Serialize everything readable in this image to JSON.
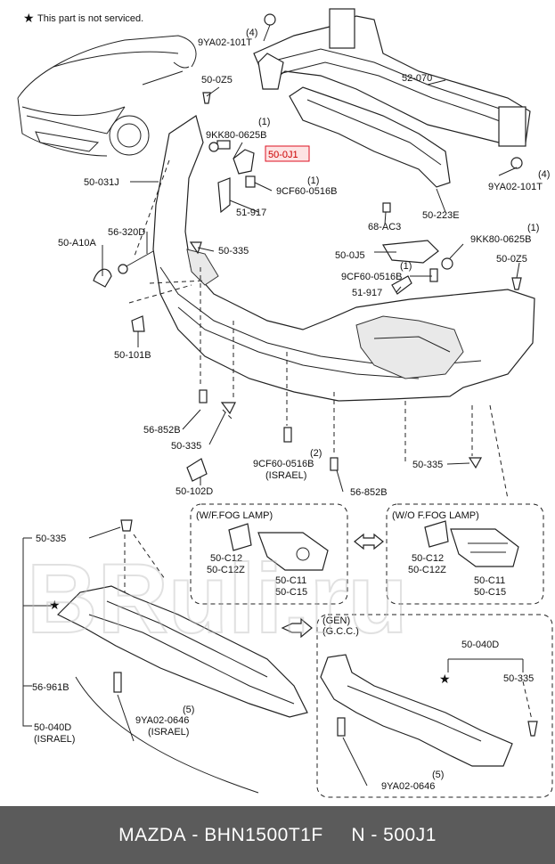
{
  "note": "This part is not serviced.",
  "footer": {
    "make": "MAZDA",
    "part_number": "BHN1500T1F",
    "ref": "N - 500J1"
  },
  "watermark": "BRuli.ru",
  "labels": {
    "p9ya02_101t_top": "9YA02-101T",
    "q4_top": "(4)",
    "p50_0z5_left": "50-0Z5",
    "p52_070": "52-070",
    "q1_a": "(1)",
    "p9kk80_a": "9KK80-0625B",
    "p50_0j1": "50-0J1",
    "q1_b": "(1)",
    "p9cf60_a": "9CF60-0516B",
    "q4_right": "(4)",
    "p9ya02_101t_right": "9YA02-101T",
    "p50_031j": "50-031J",
    "p51_917_a": "51-917",
    "p50_223e": "50-223E",
    "p68_ac3": "68-AC3",
    "p56_320d": "56-320D",
    "p50_a10a": "50-A10A",
    "p50_335_a": "50-335",
    "q1_c": "(1)",
    "p9kk80_b": "9KK80-0625B",
    "p50_0j5": "50-0J5",
    "p50_0z5_right": "50-0Z5",
    "q1_d": "(1)",
    "p9cf60_b": "9CF60-0516B",
    "p51_917_b": "51-917",
    "p50_101b": "50-101B",
    "p56_852b_a": "56-852B",
    "p50_335_b": "50-335",
    "q2": "(2)",
    "p9cf60_c": "9CF60-0516B",
    "israel_a": "(ISRAEL)",
    "p50_335_c": "50-335",
    "p50_102d": "50-102D",
    "p56_852b_b": "56-852B",
    "wf_fog": "(W/F.FOG LAMP)",
    "wo_fog": "(W/O F.FOG LAMP)",
    "p50_c12_a": "50-C12",
    "p50_c12z_a": "50-C12Z",
    "p50_c11_a": "50-C11",
    "p50_c15_a": "50-C15",
    "p50_c12_b": "50-C12",
    "p50_c12z_b": "50-C12Z",
    "p50_c11_b": "50-C11",
    "p50_c15_b": "50-C15",
    "p50_335_d": "50-335",
    "gen": "(GEN)",
    "gcc": "(G.C.C.)",
    "p50_040d_right": "50-040D",
    "p50_335_e": "50-335",
    "p56_961b": "56-961B",
    "q5_a": "(5)",
    "p9ya02_0646_a": "9YA02-0646",
    "israel_b": "(ISRAEL)",
    "p50_040d_left": "50-040D",
    "israel_c": "(ISRAEL)",
    "q5_b": "(5)",
    "p9ya02_0646_b": "9YA02-0646"
  }
}
